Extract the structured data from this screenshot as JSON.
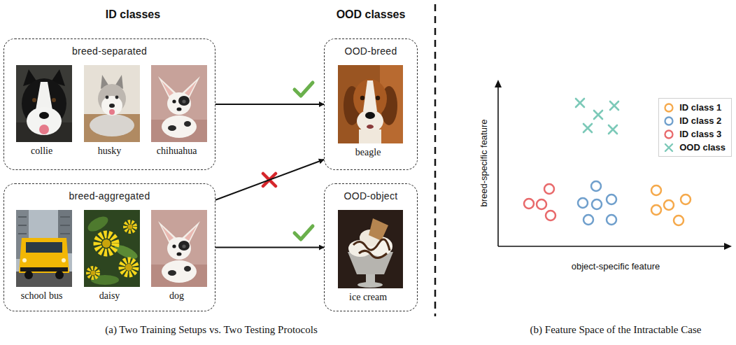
{
  "diagram": {
    "nodes": [
      {
        "text": [
          "breed-separated"
        ]
      },
      {
        "text": [
          "collie"
        ],
        "in": 0
      },
      {
        "text": [
          "husky"
        ],
        "in": 0
      },
      {
        "text": [
          "chihuahua"
        ],
        "in": 0
      },
      {
        "text": [
          "breed-aggregated"
        ]
      },
      {
        "text": [
          "school bus"
        ],
        "in": 4
      },
      {
        "text": [
          "daisy"
        ],
        "in": 4
      },
      {
        "text": [
          "dog"
        ],
        "in": 4
      },
      {
        "text": [
          "OOD-breed"
        ]
      },
      {
        "text": [
          "beagle"
        ],
        "in": 8
      },
      {
        "text": [
          "OOD-object"
        ]
      },
      {
        "text": [
          "ice cream"
        ],
        "in": 10
      }
    ],
    "edges": [
      {
        "from": 0,
        "to": 8,
        "arrow": "to"
      },
      {
        "from": 4,
        "to": 8,
        "arrow": "to"
      },
      {
        "from": 4,
        "to": 10,
        "arrow": "to"
      }
    ],
    "labels": [
      "ID classes",
      "OOD classes",
      "breed-specific feature",
      "object-specific feature",
      "(a) Two Training Setups vs. Two Testing Protocols",
      "(b) Feature Space of the Intractable Case"
    ],
    "legend": [
      {
        "text": "ID class 1",
        "color": "#f5a94b"
      },
      {
        "text": "ID class 2",
        "color": "#6f9fcc"
      },
      {
        "text": "ID class 3",
        "color": "#e8696b"
      },
      {
        "text": "OOD class"
      }
    ]
  }
}
